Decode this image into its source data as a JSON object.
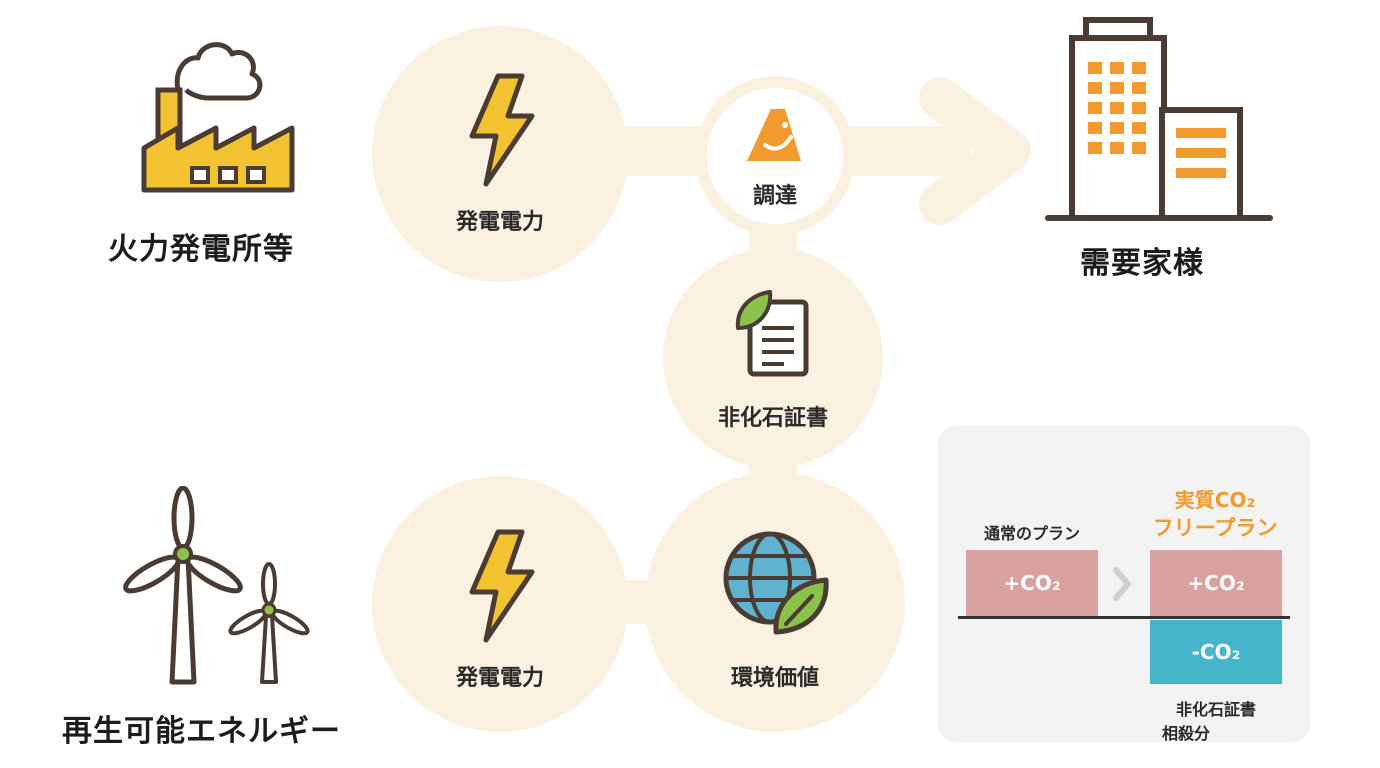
{
  "sources": {
    "thermal": "火力発電所等",
    "renewable": "再生可能エネルギー"
  },
  "flow": {
    "generated_power_top": "発電電力",
    "generated_power_bottom": "発電電力",
    "procurement": "調達",
    "certificate": "非化石証書",
    "environmental_value": "環境価値",
    "customers": "需要家様"
  },
  "comparison": {
    "normal_plan": "通常のプラン",
    "free_plan_line1": "実質CO₂",
    "free_plan_line2": "フリープラン",
    "plus_co2_left": "+CO₂",
    "plus_co2_right": "+CO₂",
    "minus_co2": "-CO₂",
    "offset_line1": "非化石証書",
    "offset_line2": "相殺分",
    "colors": {
      "plus": "#d9a19e",
      "minus": "#45b5cc",
      "accent": "#f39a2e"
    }
  },
  "icons": {
    "factory": "factory-icon",
    "bolt": "lightning-bolt-icon",
    "logo": "company-logo-icon",
    "document": "certificate-document-icon",
    "globe": "globe-leaf-icon",
    "buildings": "buildings-icon",
    "wind": "wind-turbine-icon",
    "arrow": "arrow-right-icon"
  }
}
